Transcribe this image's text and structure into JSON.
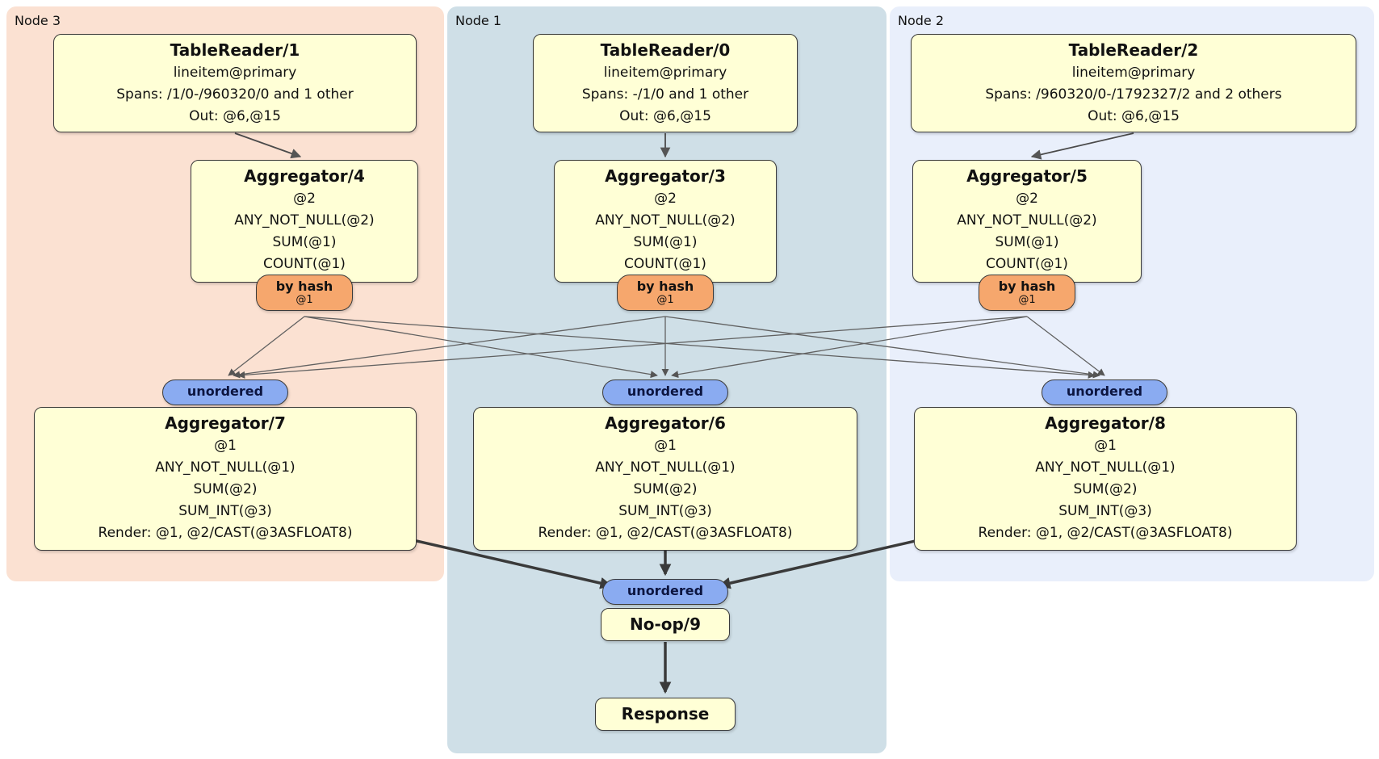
{
  "colors": {
    "node3_bg": "#fbe1d2",
    "node1_bg": "#cfdfe7",
    "node2_bg": "#e9effb",
    "box_bg": "#ffffd6",
    "router_bg": "#f6a76d",
    "stream_bg": "#8aabf1",
    "edge": "#555555"
  },
  "nodes": {
    "node3": {
      "label": "Node 3",
      "reader": {
        "title": "TableReader/1",
        "lines": [
          "lineitem@primary",
          "Spans: /1/0-/960320/0 and 1 other",
          "Out: @6,@15"
        ]
      },
      "agg_top": {
        "title": "Aggregator/4",
        "lines": [
          "@2",
          "ANY_NOT_NULL(@2)",
          "SUM(@1)",
          "COUNT(@1)"
        ]
      },
      "router": {
        "label": "by hash",
        "detail": "@1"
      },
      "stream": {
        "label": "unordered"
      },
      "agg_bottom": {
        "title": "Aggregator/7",
        "lines": [
          "@1",
          "ANY_NOT_NULL(@1)",
          "SUM(@2)",
          "SUM_INT(@3)",
          "Render: @1, @2/CAST(@3ASFLOAT8)"
        ]
      }
    },
    "node1": {
      "label": "Node 1",
      "reader": {
        "title": "TableReader/0",
        "lines": [
          "lineitem@primary",
          "Spans: -/1/0 and 1 other",
          "Out: @6,@15"
        ]
      },
      "agg_top": {
        "title": "Aggregator/3",
        "lines": [
          "@2",
          "ANY_NOT_NULL(@2)",
          "SUM(@1)",
          "COUNT(@1)"
        ]
      },
      "router": {
        "label": "by hash",
        "detail": "@1"
      },
      "stream": {
        "label": "unordered"
      },
      "agg_bottom": {
        "title": "Aggregator/6",
        "lines": [
          "@1",
          "ANY_NOT_NULL(@1)",
          "SUM(@2)",
          "SUM_INT(@3)",
          "Render: @1, @2/CAST(@3ASFLOAT8)"
        ]
      },
      "final_stream": {
        "label": "unordered"
      },
      "noop": {
        "title": "No-op/9"
      },
      "response": {
        "title": "Response"
      }
    },
    "node2": {
      "label": "Node 2",
      "reader": {
        "title": "TableReader/2",
        "lines": [
          "lineitem@primary",
          "Spans: /960320/0-/1792327/2 and 2 others",
          "Out: @6,@15"
        ]
      },
      "agg_top": {
        "title": "Aggregator/5",
        "lines": [
          "@2",
          "ANY_NOT_NULL(@2)",
          "SUM(@1)",
          "COUNT(@1)"
        ]
      },
      "router": {
        "label": "by hash",
        "detail": "@1"
      },
      "stream": {
        "label": "unordered"
      },
      "agg_bottom": {
        "title": "Aggregator/8",
        "lines": [
          "@1",
          "ANY_NOT_NULL(@1)",
          "SUM(@2)",
          "SUM_INT(@3)",
          "Render: @1, @2/CAST(@3ASFLOAT8)"
        ]
      }
    }
  },
  "edges": [
    {
      "from": "TableReader/1",
      "to": "Aggregator/4"
    },
    {
      "from": "TableReader/0",
      "to": "Aggregator/3"
    },
    {
      "from": "TableReader/2",
      "to": "Aggregator/5"
    },
    {
      "from": "Aggregator/4",
      "to": "by hash @1 (Node 3)"
    },
    {
      "from": "Aggregator/3",
      "to": "by hash @1 (Node 1)"
    },
    {
      "from": "Aggregator/5",
      "to": "by hash @1 (Node 2)"
    },
    {
      "from": "by hash (Node 3)",
      "to": "unordered (Node 3)"
    },
    {
      "from": "by hash (Node 3)",
      "to": "unordered (Node 1)"
    },
    {
      "from": "by hash (Node 3)",
      "to": "unordered (Node 2)"
    },
    {
      "from": "by hash (Node 1)",
      "to": "unordered (Node 3)"
    },
    {
      "from": "by hash (Node 1)",
      "to": "unordered (Node 1)"
    },
    {
      "from": "by hash (Node 1)",
      "to": "unordered (Node 2)"
    },
    {
      "from": "by hash (Node 2)",
      "to": "unordered (Node 3)"
    },
    {
      "from": "by hash (Node 2)",
      "to": "unordered (Node 1)"
    },
    {
      "from": "by hash (Node 2)",
      "to": "unordered (Node 2)"
    },
    {
      "from": "Aggregator/7",
      "to": "unordered (final)"
    },
    {
      "from": "Aggregator/6",
      "to": "unordered (final)"
    },
    {
      "from": "Aggregator/8",
      "to": "unordered (final)"
    },
    {
      "from": "unordered (final)",
      "to": "No-op/9"
    },
    {
      "from": "No-op/9",
      "to": "Response"
    }
  ]
}
